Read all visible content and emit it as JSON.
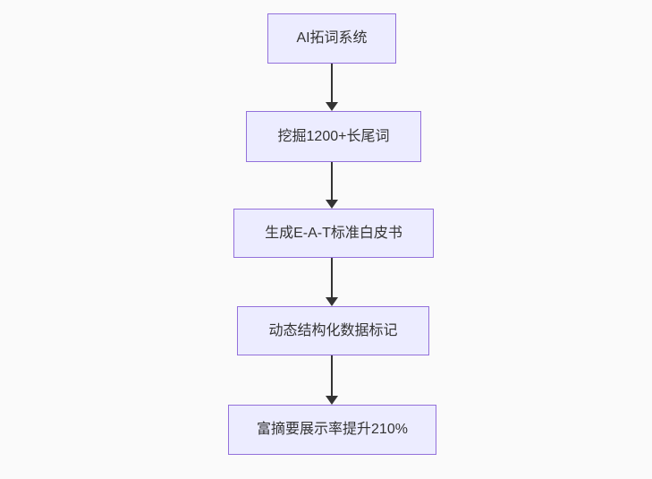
{
  "flowchart": {
    "type": "flowchart",
    "direction": "top-down",
    "nodes": [
      {
        "id": "A",
        "label": "AI拓词系统"
      },
      {
        "id": "B",
        "label": "挖掘1200+长尾词"
      },
      {
        "id": "C",
        "label": "生成E-A-T标准白皮书"
      },
      {
        "id": "D",
        "label": "动态结构化数据标记"
      },
      {
        "id": "E",
        "label": "富摘要展示率提升210%"
      }
    ],
    "edges": [
      {
        "from": "A",
        "to": "B"
      },
      {
        "from": "B",
        "to": "C"
      },
      {
        "from": "C",
        "to": "D"
      },
      {
        "from": "D",
        "to": "E"
      }
    ]
  },
  "colors": {
    "background": "#fafafa",
    "node_fill": "#ececff",
    "node_border": "#9370db",
    "text": "#333333",
    "arrow": "#333333"
  }
}
